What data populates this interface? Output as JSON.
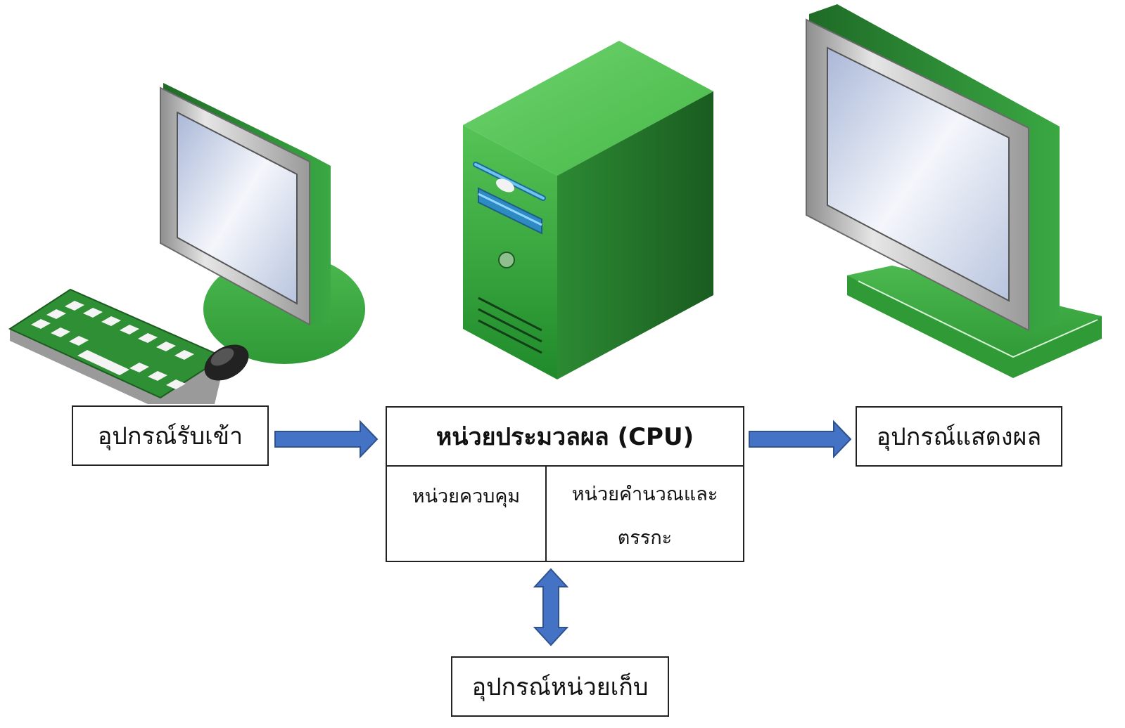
{
  "diagram": {
    "input_device": "อุปกรณ์รับเข้า",
    "cpu": {
      "title": "หน่วยประมวลผล (CPU)",
      "control_unit": "หน่วยควบคุม",
      "alu_line1": "หน่วยคำนวณและ",
      "alu_line2": "ตรรกะ"
    },
    "output_device": "อุปกรณ์แสดงผล",
    "storage_device": "อุปกรณ์หน่วยเก็บ"
  },
  "colors": {
    "arrow": "#4472c4",
    "device_green": "#3cb043",
    "device_green_dark": "#1e6b26",
    "bezel_gray": "#b8b8b8"
  }
}
